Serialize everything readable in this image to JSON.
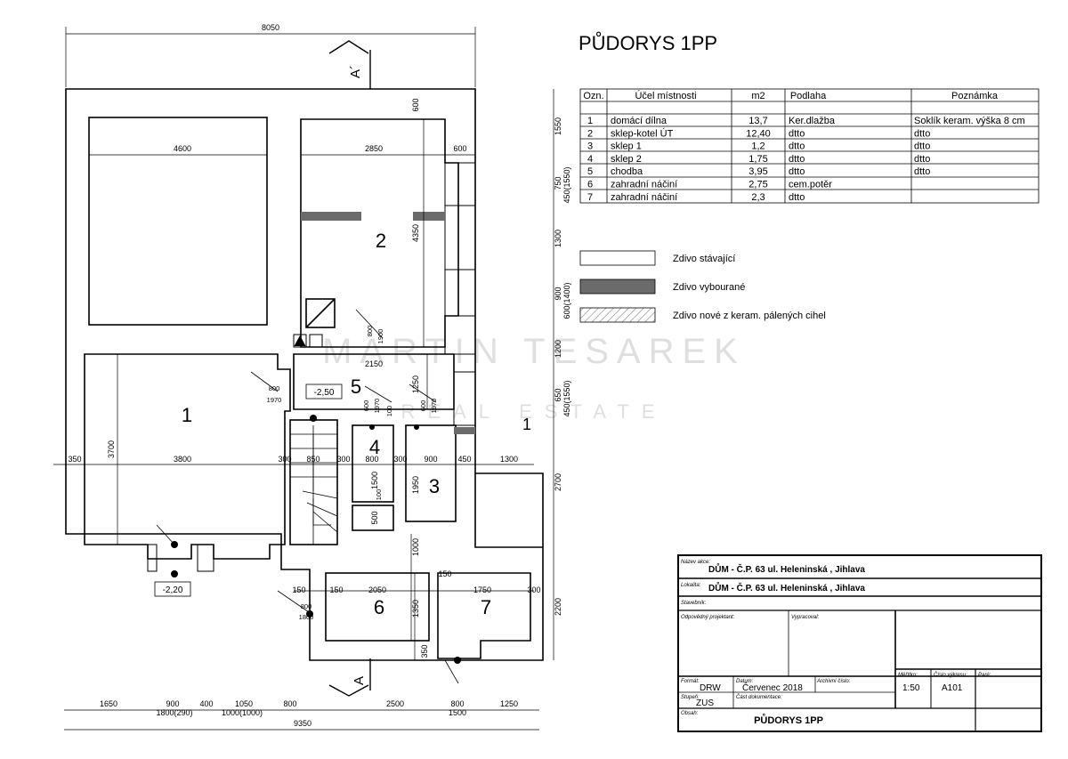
{
  "page_title": "PŮDORYS 1PP",
  "watermark": {
    "line1": "MARTIN TESAREK",
    "line2": "REAL ESTATE"
  },
  "rooms_table": {
    "headers": [
      "Ozn.",
      "Účel místnosti",
      "m2",
      "Podlaha",
      "Poznámka"
    ],
    "rows": [
      [
        "1",
        "domácí dílna",
        "13,7",
        "Ker.dlažba",
        "Soklík keram. výška 8 cm"
      ],
      [
        "2",
        "sklep-kotel ÚT",
        "12,40",
        "dtto",
        "dtto"
      ],
      [
        "3",
        "sklep 1",
        "1,2",
        "dtto",
        "dtto"
      ],
      [
        "4",
        "sklep 2",
        "1,75",
        "dtto",
        "dtto"
      ],
      [
        "5",
        "chodba",
        "3,95",
        "dtto",
        "dtto"
      ],
      [
        "6",
        "zahradní náčiní",
        "2,75",
        "cem.potěr",
        ""
      ],
      [
        "7",
        "zahradní náčiní",
        "2,3",
        "dtto",
        ""
      ]
    ]
  },
  "legend": [
    {
      "label": "Zdivo stávající",
      "style": "white",
      "color": "#ffffff"
    },
    {
      "label": "Zdivo vybourané",
      "style": "dark",
      "color": "#6b6b6b"
    },
    {
      "label": "Zdivo nové z keram. pálených cihel",
      "style": "hatched",
      "color": "#9a9a9a"
    }
  ],
  "plan": {
    "room_numbers": [
      "1",
      "2",
      "3",
      "4",
      "5",
      "6",
      "7",
      "1"
    ],
    "section_marks": [
      "A´",
      "A"
    ],
    "levels": [
      "-2,50",
      "-2,20"
    ],
    "dims_top": [
      "8050"
    ],
    "dims_inner": [
      "4600",
      "2850",
      "600",
      "600",
      "3700",
      "350",
      "3800",
      "300",
      "850",
      "300",
      "800",
      "300",
      "900",
      "450",
      "1300",
      "1500",
      "1950",
      "500",
      "150",
      "2050",
      "1750",
      "300",
      "150",
      "1350",
      "1000",
      "4350",
      "1250",
      "2150",
      "350",
      "150"
    ],
    "dims_right": [
      "1550",
      "750",
      "450(1550)",
      "1300",
      "900",
      "600(1400)",
      "1200",
      "650",
      "450(1550)",
      "2700",
      "2200"
    ],
    "dims_bottom_row1": [
      "1650",
      "900",
      "400",
      "1050",
      "800",
      "2500",
      "800",
      "1250"
    ],
    "dims_bottom_row2": [
      "1800(290)",
      "1000(1000)",
      "1500"
    ],
    "dims_bottom_total": "9350",
    "door_labels": [
      "800",
      "1970",
      "800",
      "1900",
      "600",
      "1970",
      "600",
      "1970",
      "800",
      "1800",
      "100",
      "100"
    ]
  },
  "title_block": {
    "nazev_akce_label": "Název akce:",
    "nazev_akce": "DŮM - Č.P. 63 ul. Heleninská , Jihlava",
    "lokalita_label": "Lokalita:",
    "lokalita": "DŮM - Č.P. 63 ul. Heleninská , Jihlava",
    "stavebnik_label": "Stavebník:",
    "projektant_label": "Odpovědný projektant:",
    "vypracoval_label": "Vypracoval:",
    "format_label": "Formát:",
    "format": "DRW",
    "datum_label": "Datum:",
    "datum": "Červenec 2018",
    "archivni_label": "Archivní číslo:",
    "meritko_label": "Měřítko:",
    "meritko": "1:50",
    "cislo_label": "Číslo výkresu:",
    "cislo": "A101",
    "pare_label": "Paré:",
    "stupen_label": "Stupeň:",
    "stupen": "ZUS",
    "cast_label": "Část dokumentace:",
    "obsah_label": "Obsah:",
    "obsah": "PŮDORYS 1PP"
  }
}
